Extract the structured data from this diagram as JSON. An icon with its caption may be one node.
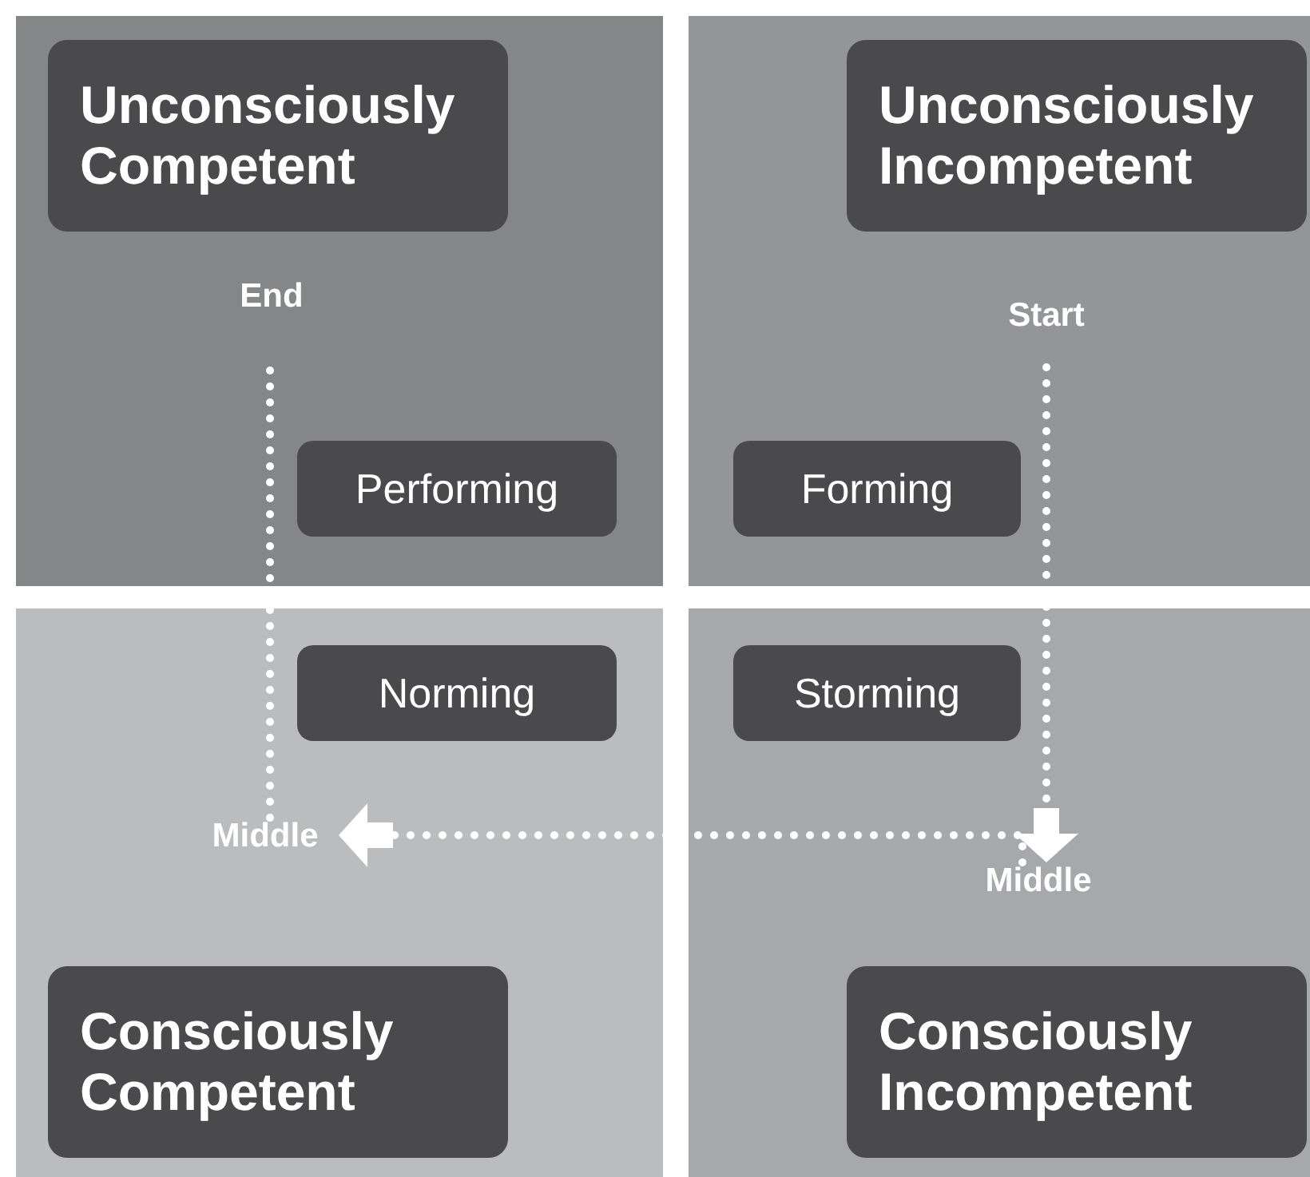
{
  "diagram": {
    "nodes": [
      {
        "text": [
          "Unconsciously Competent"
        ]
      },
      {
        "text": [
          "Unconsciously Incompetent"
        ]
      },
      {
        "text": [
          "End"
        ]
      },
      {
        "text": [
          "Start"
        ]
      },
      {
        "text": [
          "Performing"
        ]
      },
      {
        "text": [
          "Forming"
        ]
      },
      {
        "text": [
          "Norming"
        ]
      },
      {
        "text": [
          "Storming"
        ]
      },
      {
        "text": [
          "Middle"
        ]
      },
      {
        "text": [
          "Middle"
        ]
      },
      {
        "text": [
          "Consciously Competent"
        ]
      },
      {
        "text": [
          "Consciously Incompetent"
        ]
      }
    ],
    "edges": [
      {
        "from": 3,
        "to": 9,
        "arrow": "to",
        "style": "dashed"
      },
      {
        "from": 9,
        "to": 8,
        "arrow": "to",
        "style": "dashed"
      },
      {
        "from": 8,
        "to": 2,
        "arrow": "none",
        "style": "dashed"
      }
    ]
  }
}
